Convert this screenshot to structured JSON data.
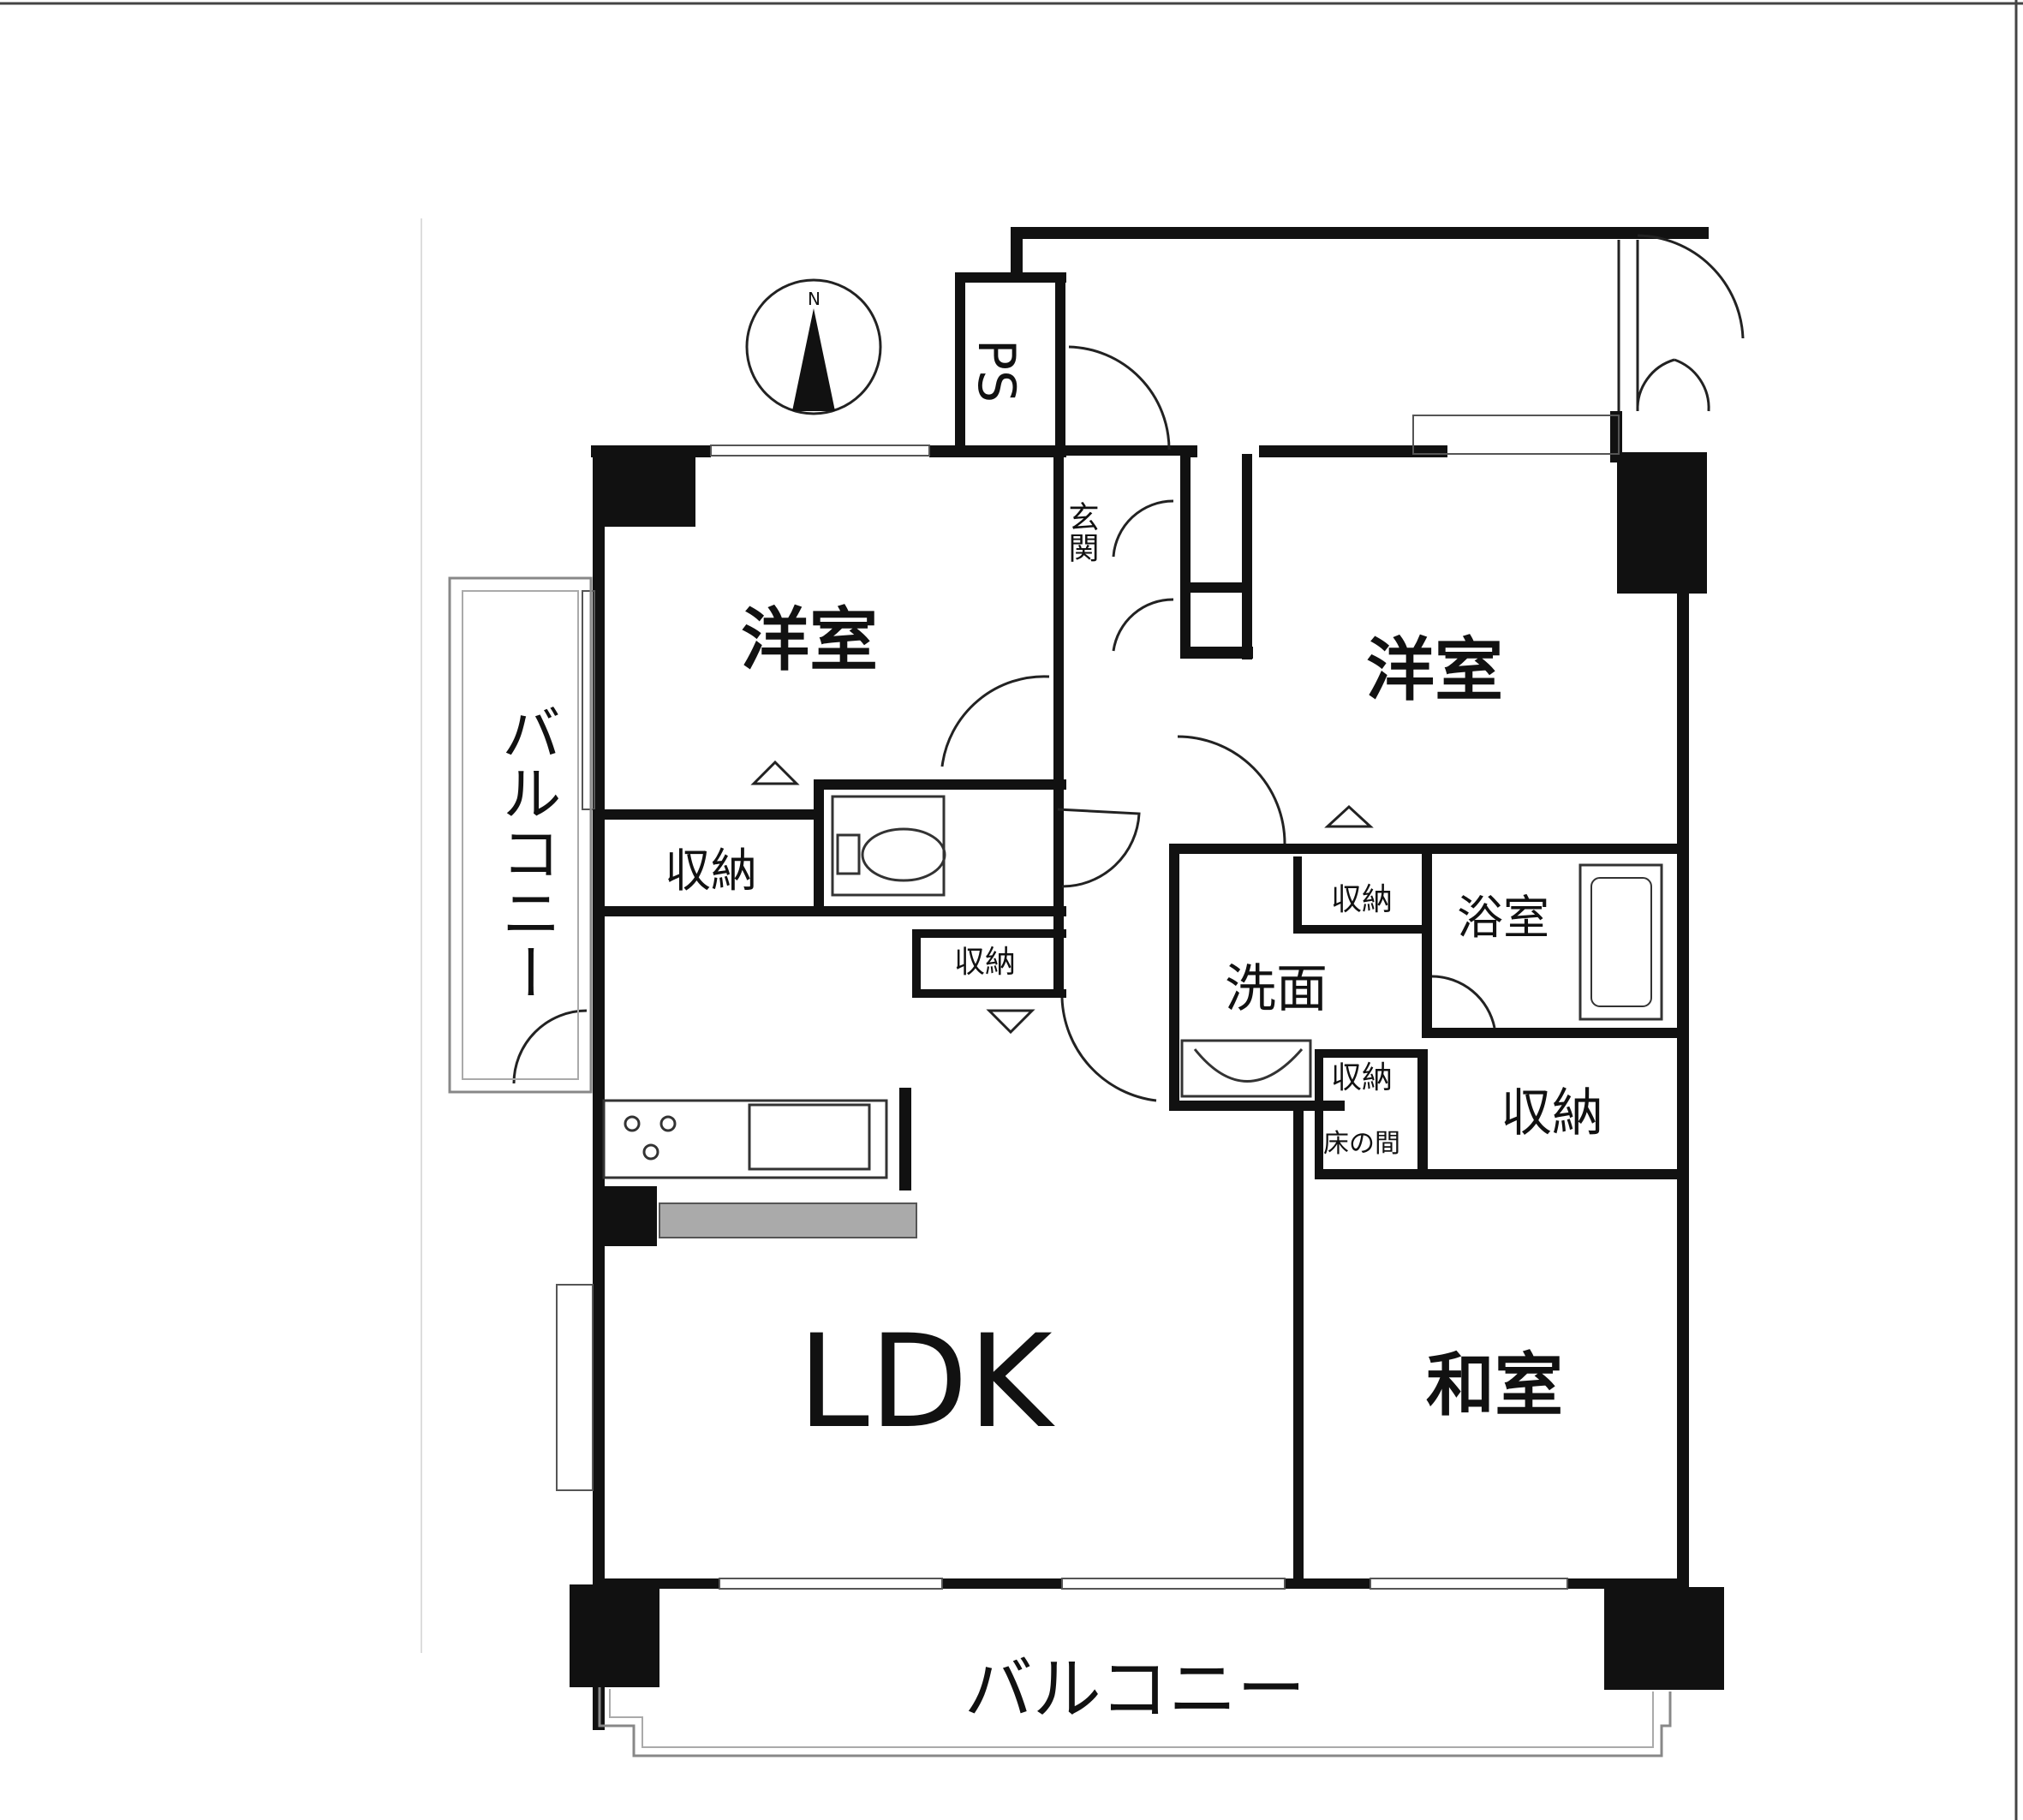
{
  "compass": {
    "north_label": "N"
  },
  "rooms": {
    "ps": "PS",
    "genkan": "玄関",
    "western_room_left": "洋室",
    "western_room_right": "洋室",
    "storage_left": "収納",
    "storage_hall": "収納",
    "storage_wash": "収納",
    "storage_toko": "収納",
    "storage_large": "収納",
    "bathroom": "浴室",
    "washroom": "洗面",
    "tokonoma": "床の間",
    "ldk": "LDK",
    "japanese_room": "和室",
    "balcony_side": "バルコニー",
    "balcony_bottom": "バルコニー"
  }
}
